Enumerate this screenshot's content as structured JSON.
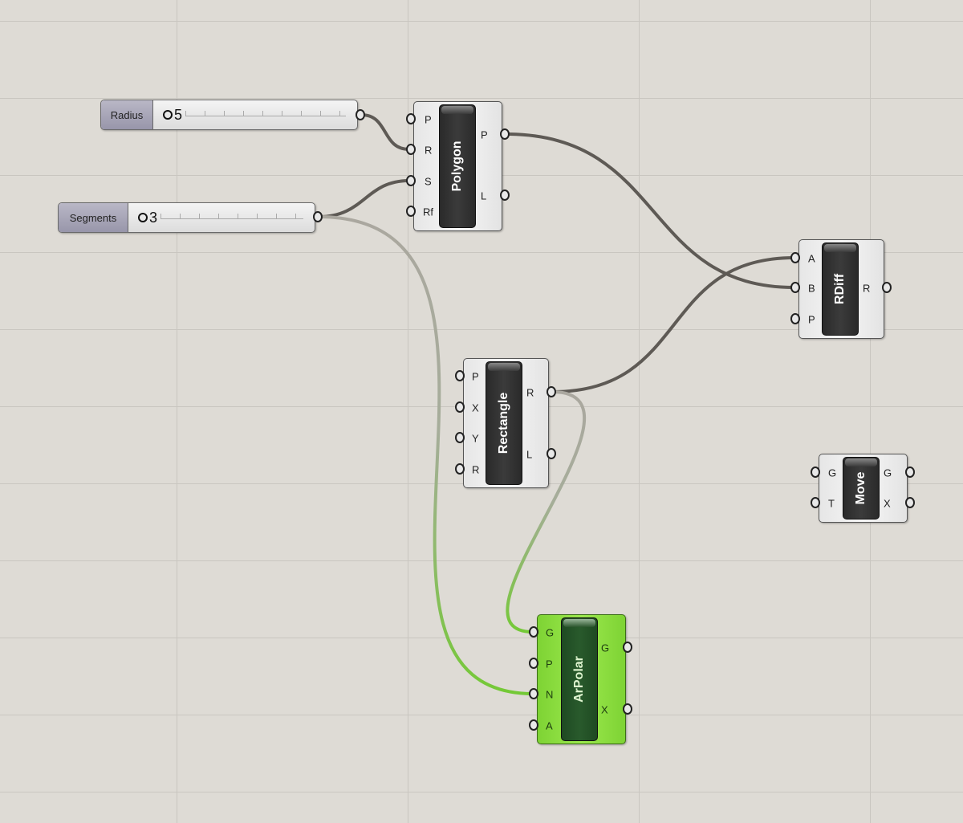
{
  "sliders": [
    {
      "label": "Radius",
      "value": "5"
    },
    {
      "label": "Segments",
      "value": "3"
    }
  ],
  "components": {
    "polygon": {
      "name": "Polygon",
      "inputs": [
        "P",
        "R",
        "S",
        "Rf"
      ],
      "outputs": [
        "P",
        "L"
      ]
    },
    "rdiff": {
      "name": "RDiff",
      "inputs": [
        "A",
        "B",
        "P"
      ],
      "outputs": [
        "R"
      ]
    },
    "rectangle": {
      "name": "Rectangle",
      "inputs": [
        "P",
        "X",
        "Y",
        "R"
      ],
      "outputs": [
        "R",
        "L"
      ]
    },
    "move": {
      "name": "Move",
      "inputs": [
        "G",
        "T"
      ],
      "outputs": [
        "G",
        "X"
      ]
    },
    "arpolar": {
      "name": "ArPolar",
      "inputs": [
        "G",
        "P",
        "N",
        "A"
      ],
      "outputs": [
        "G",
        "X"
      ]
    }
  },
  "colors": {
    "canvas": "#dedbd5",
    "wire": "#5e5a55",
    "selected": "#7ed334"
  }
}
